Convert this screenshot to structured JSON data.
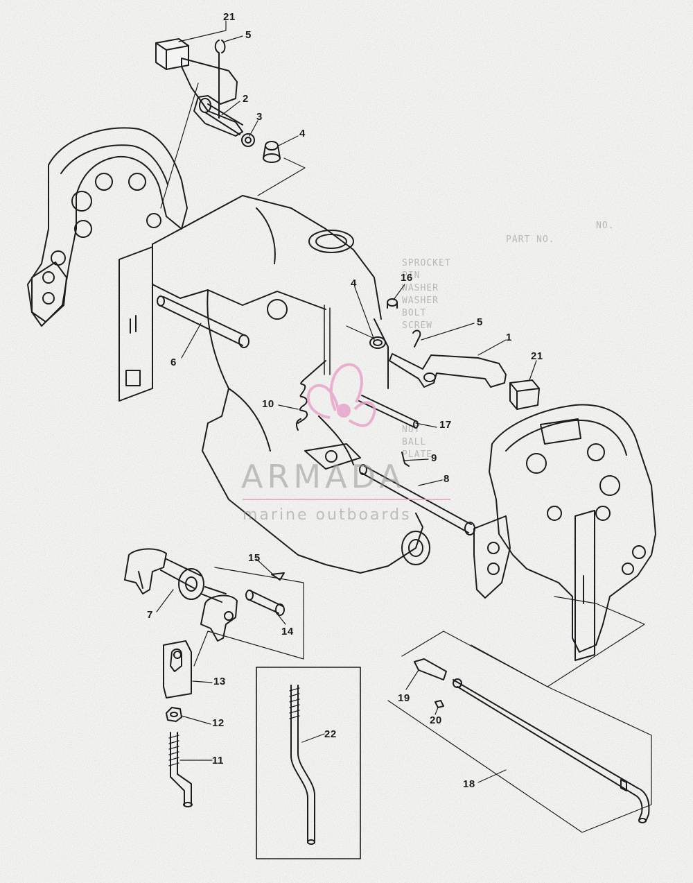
{
  "watermark": {
    "brand": "ARMADA",
    "tagline": "marine outboards",
    "logo_color": "#e8a0c8",
    "text_color": "#9a9a9a"
  },
  "ghost_table": {
    "header": [
      "NO.",
      "PART NO."
    ],
    "rows": [
      "SPROCKET",
      "PIN",
      "WASHER",
      "WASHER",
      "BOLT",
      "SCREW",
      "NUT",
      "BALL",
      "PLATE"
    ]
  },
  "callouts": [
    "21",
    "5",
    "2",
    "3",
    "4",
    "4",
    "16",
    "5",
    "1",
    "21",
    "6",
    "10",
    "17",
    "9",
    "8",
    "15",
    "7",
    "14",
    "13",
    "12",
    "11",
    "22",
    "19",
    "20",
    "18"
  ],
  "colors": {
    "ink": "#1c1c1c",
    "paper": "#f4f4f2",
    "speckle": "#c9c9c6"
  }
}
